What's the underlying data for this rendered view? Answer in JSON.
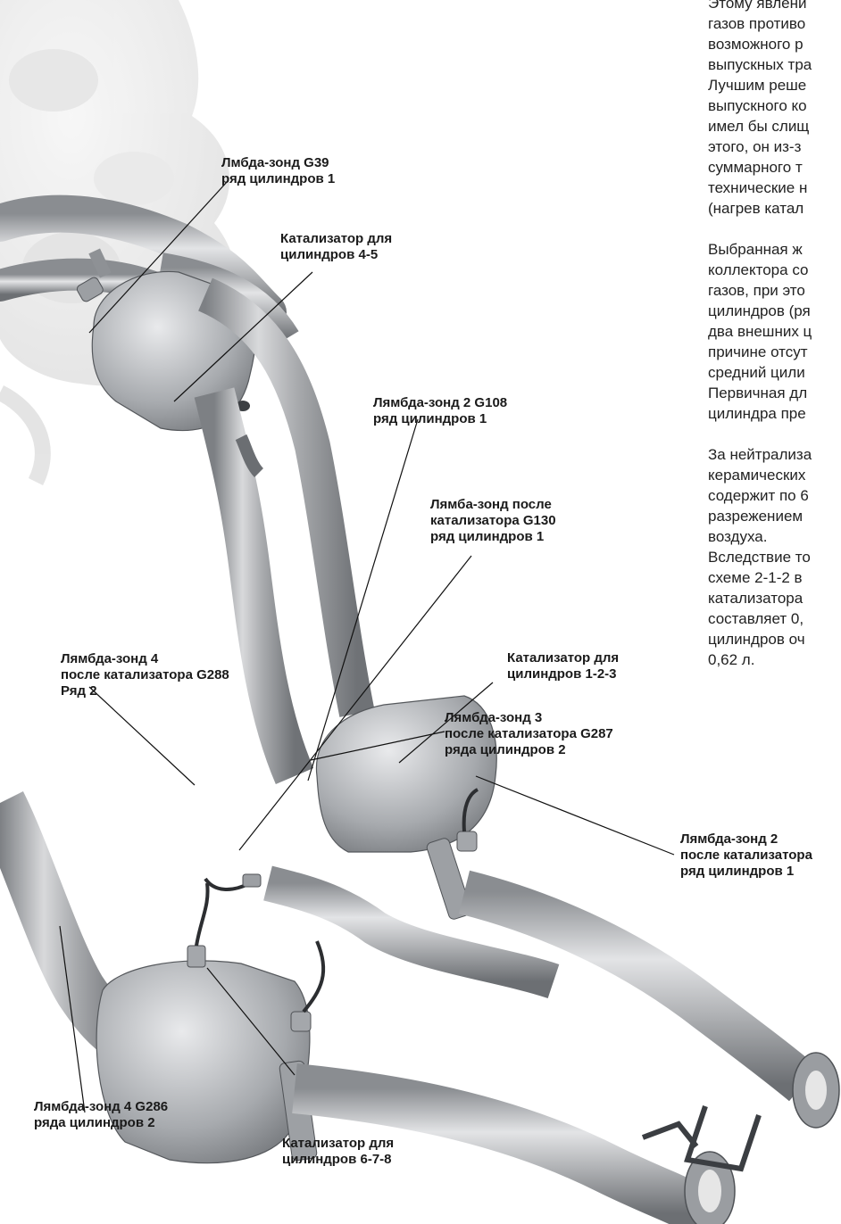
{
  "labels": [
    {
      "id": "g39",
      "lines": [
        "Лмбда-зонд G39",
        "ряд цилиндров 1"
      ]
    },
    {
      "id": "cat45",
      "lines": [
        "Катализатор для",
        "цилиндров 4-5"
      ]
    },
    {
      "id": "g108",
      "lines": [
        "Лямбда-зонд 2  G108",
        "ряд цилиндров 1"
      ]
    },
    {
      "id": "g130",
      "lines": [
        "Лямба-зонд после",
        "катализатора G130",
        "ряд цилиндров 1"
      ]
    },
    {
      "id": "cat123",
      "lines": [
        "Катализатор для",
        "цилиндров 1-2-3"
      ]
    },
    {
      "id": "g288",
      "lines": [
        "Лямбда-зонд 4",
        "после катализатора G288",
        "Ряд 2"
      ]
    },
    {
      "id": "g2after",
      "lines": [
        "Лямбда-зонд 2",
        "после катализатора",
        "ряд цилиндров 1"
      ]
    },
    {
      "id": "g287",
      "lines": [
        "Лямбда-зонд 3",
        "после катализатора G287",
        "ряда цилиндров 2"
      ]
    },
    {
      "id": "g286",
      "lines": [
        "Лямбда-зонд 4  G286",
        "ряда цилиндров 2"
      ]
    },
    {
      "id": "cat678",
      "lines": [
        "Катализатор для",
        "цилиндров 6-7-8"
      ]
    }
  ],
  "body_text": [
    [
      "Этому явлени",
      "газов противо",
      "возможного р",
      "выпускных тра",
      "Лучшим реше",
      "выпускного ко",
      "имел бы слищ",
      "этого, он из-з",
      "суммарного т",
      "технические н",
      "(нагрев катал"
    ],
    [
      "Выбранная  ж",
      "коллектора со",
      "газов, при это",
      "цилиндров (ря",
      "два внешних ц",
      "причине отсут",
      "средний цили",
      "Первичная дл",
      "цилиндра пре"
    ],
    [
      "За нейтрализа",
      "керамических",
      "содержит по 6",
      "разрежением",
      "воздуха.",
      "Вследствие то",
      "схеме  2-1-2 в",
      "катализатора",
      "составляет 0,",
      "цилиндров оч",
      "0,62 л."
    ]
  ]
}
